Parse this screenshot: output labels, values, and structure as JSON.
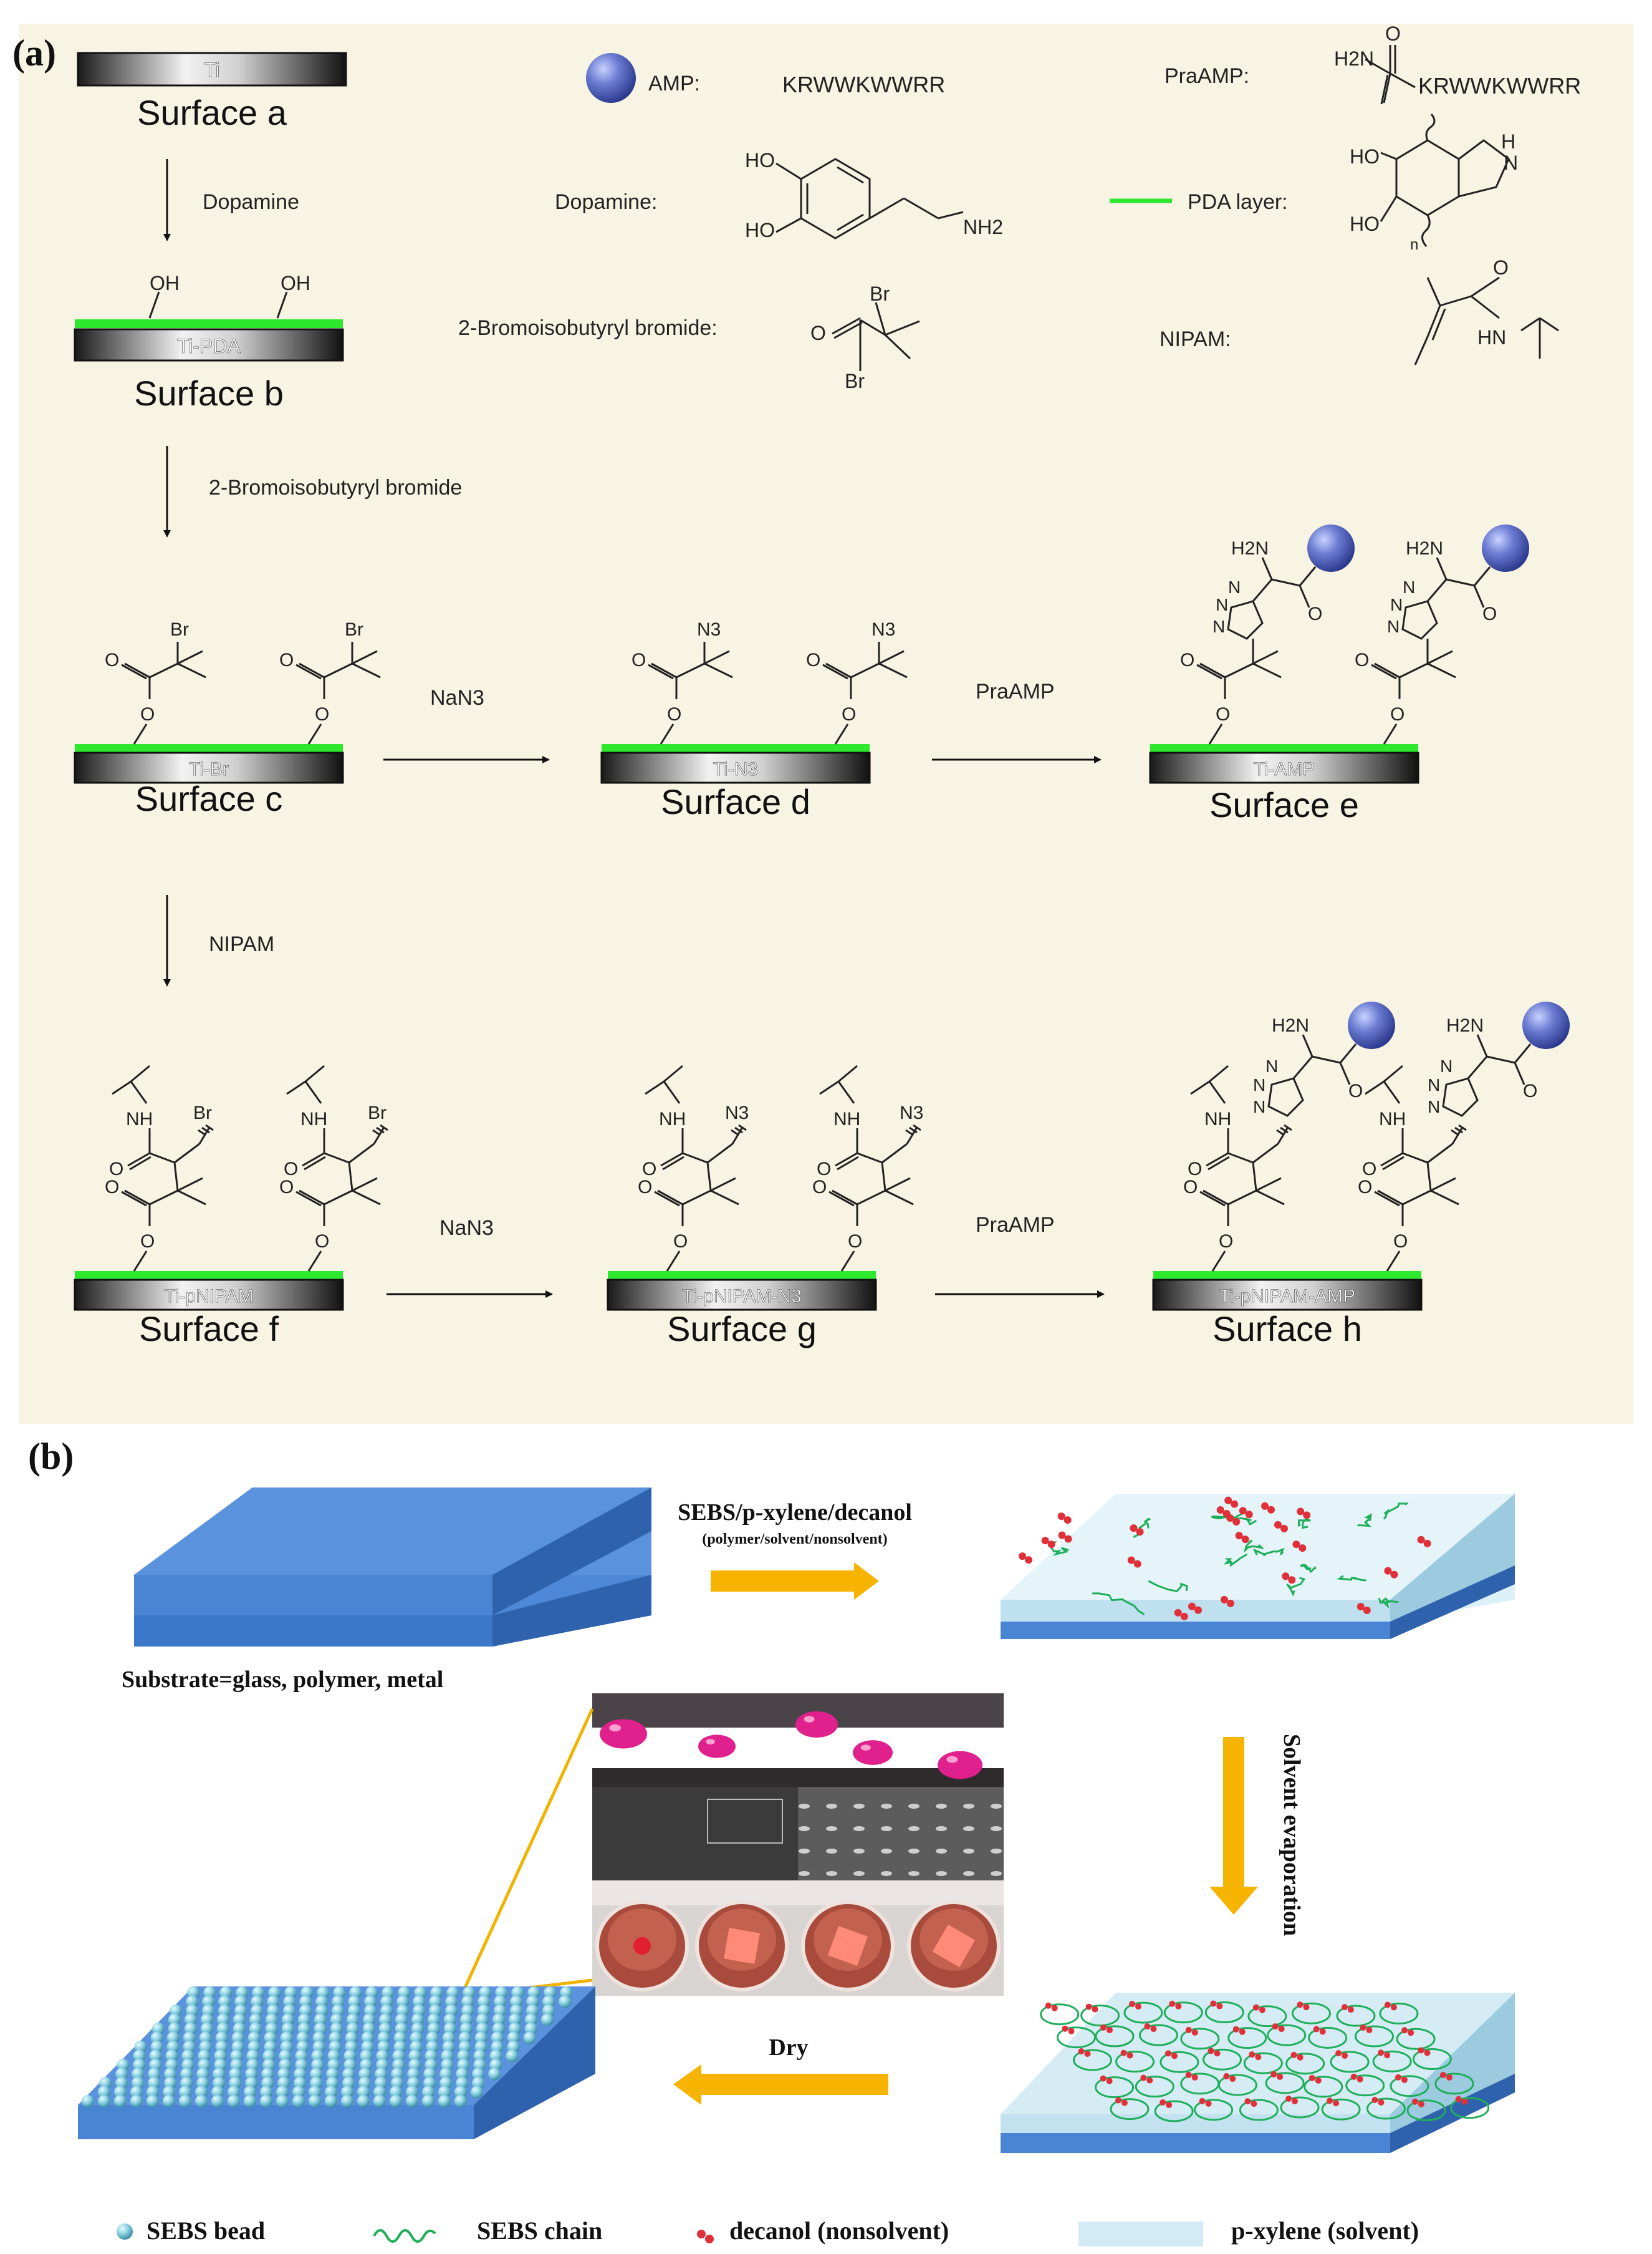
{
  "panel_a": {
    "label": "(a)",
    "legend": {
      "amp_label": "AMP:",
      "amp_seq": "KRWWKWWRR",
      "praamp_label": "PraAMP:",
      "praamp_seq": "KRWWKWWRR",
      "praamp_h2n": "H2N",
      "praamp_o": "O",
      "dopamine_label": "Dopamine:",
      "dopamine_ho1": "HO",
      "dopamine_ho2": "HO",
      "dopamine_nh2": "NH2",
      "pda_label": "PDA layer:",
      "pda_ho1": "HO",
      "pda_ho2": "HO",
      "pda_nh": "H",
      "pda_n": "N",
      "pda_n_sub": "n",
      "bib_label": "2-Bromoisobutyryl bromide:",
      "bib_br1": "Br",
      "bib_br2": "Br",
      "bib_o": "O",
      "nipam_label": "NIPAM:",
      "nipam_o": "O",
      "nipam_hn": "HN"
    },
    "steps": {
      "s1": "Dopamine",
      "s2": "2-Bromoisobutyryl bromide",
      "s3": "NaN3",
      "s4": "PraAMP",
      "s5": "NIPAM",
      "s6": "NaN3",
      "s7": "PraAMP"
    },
    "surfaces": [
      {
        "caption": "Surface a",
        "bar": "Ti"
      },
      {
        "caption": "Surface b",
        "bar": "Ti-PDA"
      },
      {
        "caption": "Surface c",
        "bar": "Ti-Br"
      },
      {
        "caption": "Surface d",
        "bar": "Ti-N3"
      },
      {
        "caption": "Surface e",
        "bar": "Ti-AMP"
      },
      {
        "caption": "Surface f",
        "bar": "Ti-pNIPAM"
      },
      {
        "caption": "Surface g",
        "bar": "Ti-pNIPAM-N3"
      },
      {
        "caption": "Surface h",
        "bar": "Ti-pNIPAM-AMP"
      }
    ],
    "chem": {
      "oh": "OH",
      "br": "Br",
      "n3": "N3",
      "o": "O",
      "h2n": "H2N",
      "nh": "NH",
      "n": "N"
    }
  },
  "panel_b": {
    "label": "(b)",
    "step1_title": "SEBS/p-xylene/decanol",
    "step1_sub": "(polymer/solvent/nonsolvent)",
    "substrate": "Substrate=glass, polymer, metal",
    "step2": "Solvent evaporation",
    "step3": "Dry",
    "legend": [
      {
        "name": "SEBS bead"
      },
      {
        "name": "SEBS chain"
      },
      {
        "name": "decanol (nonsolvent)"
      },
      {
        "name": "p-xylene (solvent)"
      }
    ]
  },
  "colors": {
    "panel_a_bg": "#f8f4e4",
    "pda_green": "#2ee82e",
    "amp_bead": "#5c6fc7",
    "slab_blue": "#4f88d6",
    "arrow_orange": "#f6b400",
    "decanol_red": "#e0303a",
    "chain_green": "#1fae5a",
    "bead_cyan": "#8ed0e0"
  }
}
